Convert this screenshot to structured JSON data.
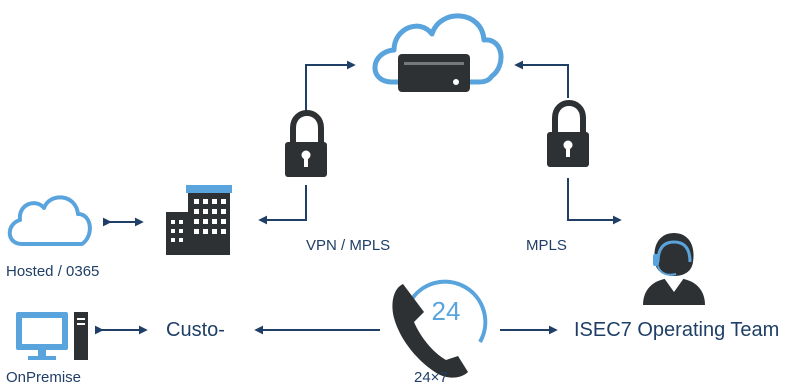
{
  "labels": {
    "hosted": "Hosted / 0365",
    "onpremise": "OnPremise",
    "vpn_mpls": "VPN / MPLS",
    "mpls": "MPLS",
    "customer": "Custo-",
    "support_hours": "24×7",
    "operating_team": "ISEC7 Operating Team",
    "phone_badge": "24"
  },
  "icons": {
    "data_center": "cloud-server-icon",
    "hosted": "cloud-outline-icon",
    "onpremise": "desktop-computer-icon",
    "customer_building": "office-building-icon",
    "lock_left": "padlock-icon",
    "lock_right": "padlock-icon",
    "hotline": "phone-24-icon",
    "operator": "headset-agent-icon"
  },
  "colors": {
    "navy": "#1f3f66",
    "blue": "#5aa4dd",
    "dark_gray": "#2e3133"
  }
}
